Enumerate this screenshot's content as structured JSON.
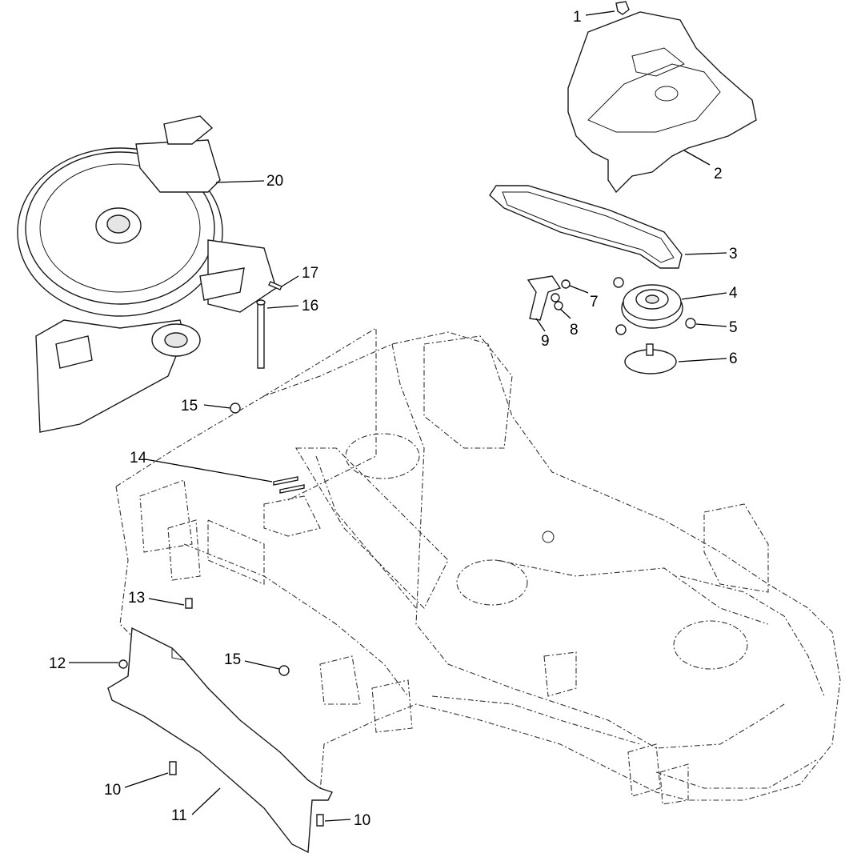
{
  "diagram": {
    "callouts": [
      {
        "id": "c1",
        "label": "1"
      },
      {
        "id": "c2",
        "label": "2"
      },
      {
        "id": "c3",
        "label": "3"
      },
      {
        "id": "c4",
        "label": "4"
      },
      {
        "id": "c5",
        "label": "5"
      },
      {
        "id": "c6",
        "label": "6"
      },
      {
        "id": "c7",
        "label": "7"
      },
      {
        "id": "c8",
        "label": "8"
      },
      {
        "id": "c9",
        "label": "9"
      },
      {
        "id": "c10a",
        "label": "10"
      },
      {
        "id": "c10b",
        "label": "10"
      },
      {
        "id": "c11",
        "label": "11"
      },
      {
        "id": "c12",
        "label": "12"
      },
      {
        "id": "c13",
        "label": "13"
      },
      {
        "id": "c14",
        "label": "14"
      },
      {
        "id": "c15a",
        "label": "15"
      },
      {
        "id": "c15b",
        "label": "15"
      },
      {
        "id": "c16",
        "label": "16"
      },
      {
        "id": "c17",
        "label": "17"
      },
      {
        "id": "c20",
        "label": "20"
      }
    ]
  }
}
